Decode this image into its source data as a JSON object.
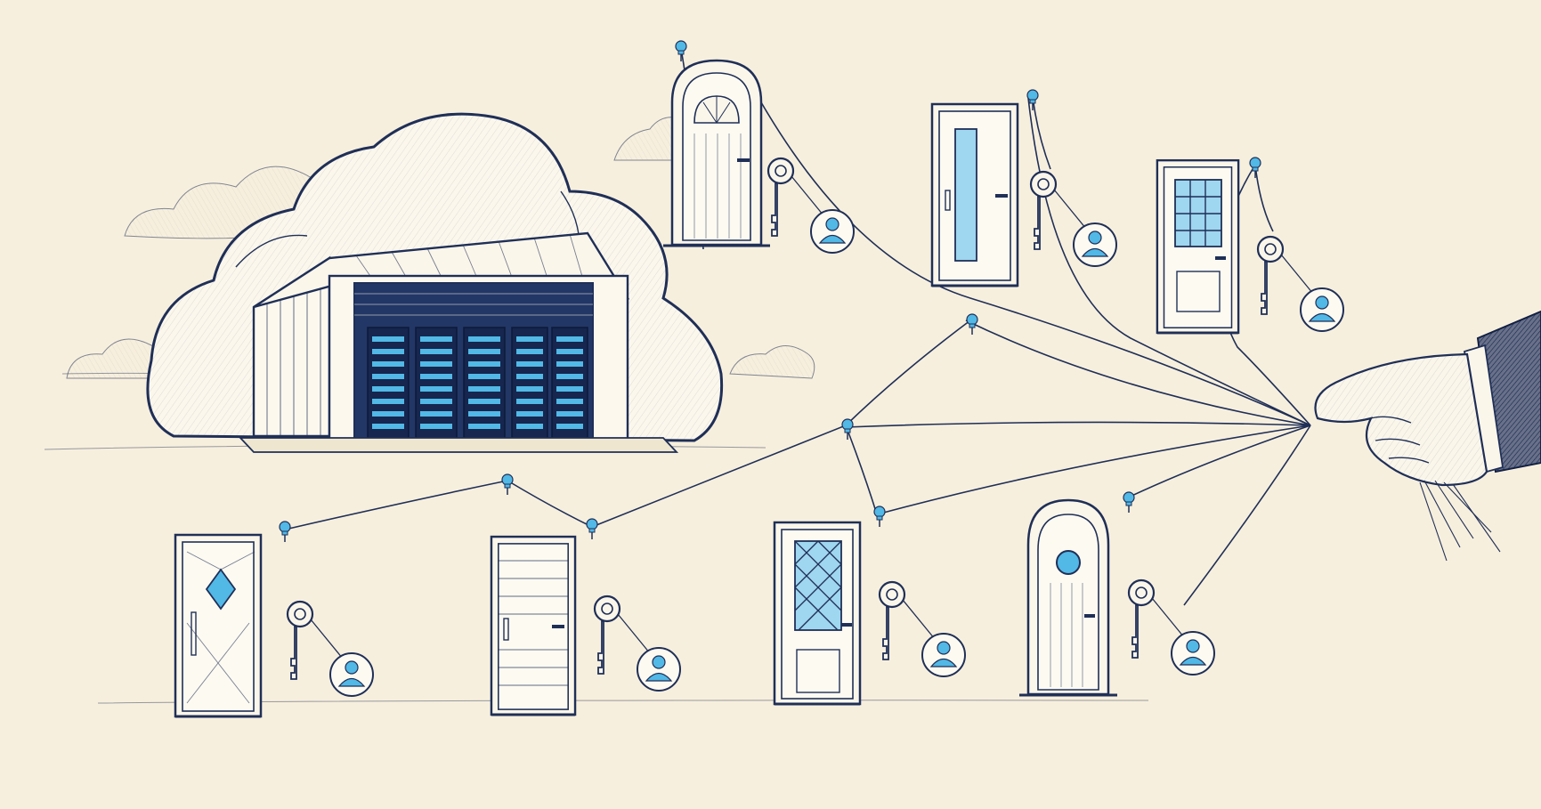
{
  "colors": {
    "paper": "#f7efdd",
    "ink": "#1f2f57",
    "accent": "#52b8e6",
    "glass": "#9fd6f0",
    "sleeve": "#1c2c5a"
  },
  "scene": {
    "cloud": {
      "icon": "cloud-icon"
    },
    "warehouse": {
      "icon": "warehouse-icon",
      "server_racks": 5
    },
    "hand": {
      "icon": "hand-icon"
    },
    "doors": [
      {
        "name": "door-arched-window",
        "icon": "door-icon"
      },
      {
        "name": "door-tall-glass-panel",
        "icon": "door-icon"
      },
      {
        "name": "door-grid-window",
        "icon": "door-icon"
      },
      {
        "name": "door-diamond-window",
        "icon": "door-icon"
      },
      {
        "name": "door-plank",
        "icon": "door-icon"
      },
      {
        "name": "door-lattice-window",
        "icon": "door-icon"
      },
      {
        "name": "door-porthole-window",
        "icon": "door-icon"
      }
    ],
    "key_tag_icon": "user-icon",
    "pin_icon": "pushpin-icon",
    "key_icon": "key-icon"
  }
}
